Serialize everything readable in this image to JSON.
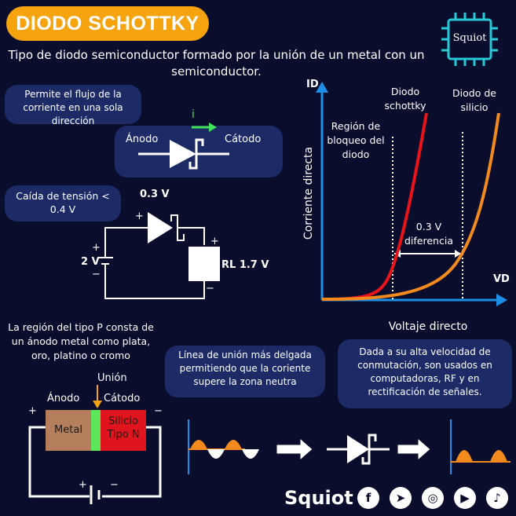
{
  "title": "DIODO SCHOTTKY",
  "subtitle": "Tipo de diodo semiconductor formado por la unión de un metal con un semiconductor.",
  "logo_text": "Squiot",
  "direction_card": {
    "text": "Permite el flujo de la corriente en una sola dirección",
    "current_label": "i",
    "anode_label": "Ánodo",
    "cathode_label": "Cátodo"
  },
  "voltage_card": {
    "text": "Caída de tensión < 0.4 V"
  },
  "circuit": {
    "diode_drop": "0.3 V",
    "source_label": "2 V",
    "load_label": "RL 1.7 V",
    "plus": "+",
    "minus": "−"
  },
  "graph": {
    "y_axis_short": "ID",
    "y_axis_label": "Corriente directa",
    "x_axis_short": "VD",
    "x_axis_label": "Voltaje directo",
    "region_label": "Región de bloqueo del diodo",
    "schottky_label": "Diodo schottky",
    "silicon_label": "Diodo de silicio",
    "difference_label": "0.3 V diferencia",
    "schottky_color": "#e8141a",
    "silicon_color": "#f28a1e",
    "axis_color": "#1e8fe6"
  },
  "p_region_text": "La región del tipo P consta de un ánodo metal como plata, oro, platino o cromo",
  "junction_card": {
    "text": "Línea de unión más delgada permitiendo que la coriente supere la zona neutra"
  },
  "speed_card": {
    "text": "Dada a su alta velocidad de conmutación, son usados en computadoras, RF y en rectificación de señales."
  },
  "junction_diagram": {
    "union_label": "Unión",
    "anode_label": "Ánodo",
    "cathode_label": "Cátodo",
    "metal_label": "Metal",
    "silicon_label": "Silicio Tipo N",
    "metal_color": "#b57f5d",
    "junction_color": "#5ee65a",
    "silicon_color": "#e0141c",
    "plus": "+",
    "minus": "−"
  },
  "footer": {
    "brand": "Squiot",
    "icons": [
      "facebook-icon",
      "telegram-icon",
      "instagram-icon",
      "youtube-icon",
      "tiktok-icon"
    ]
  }
}
